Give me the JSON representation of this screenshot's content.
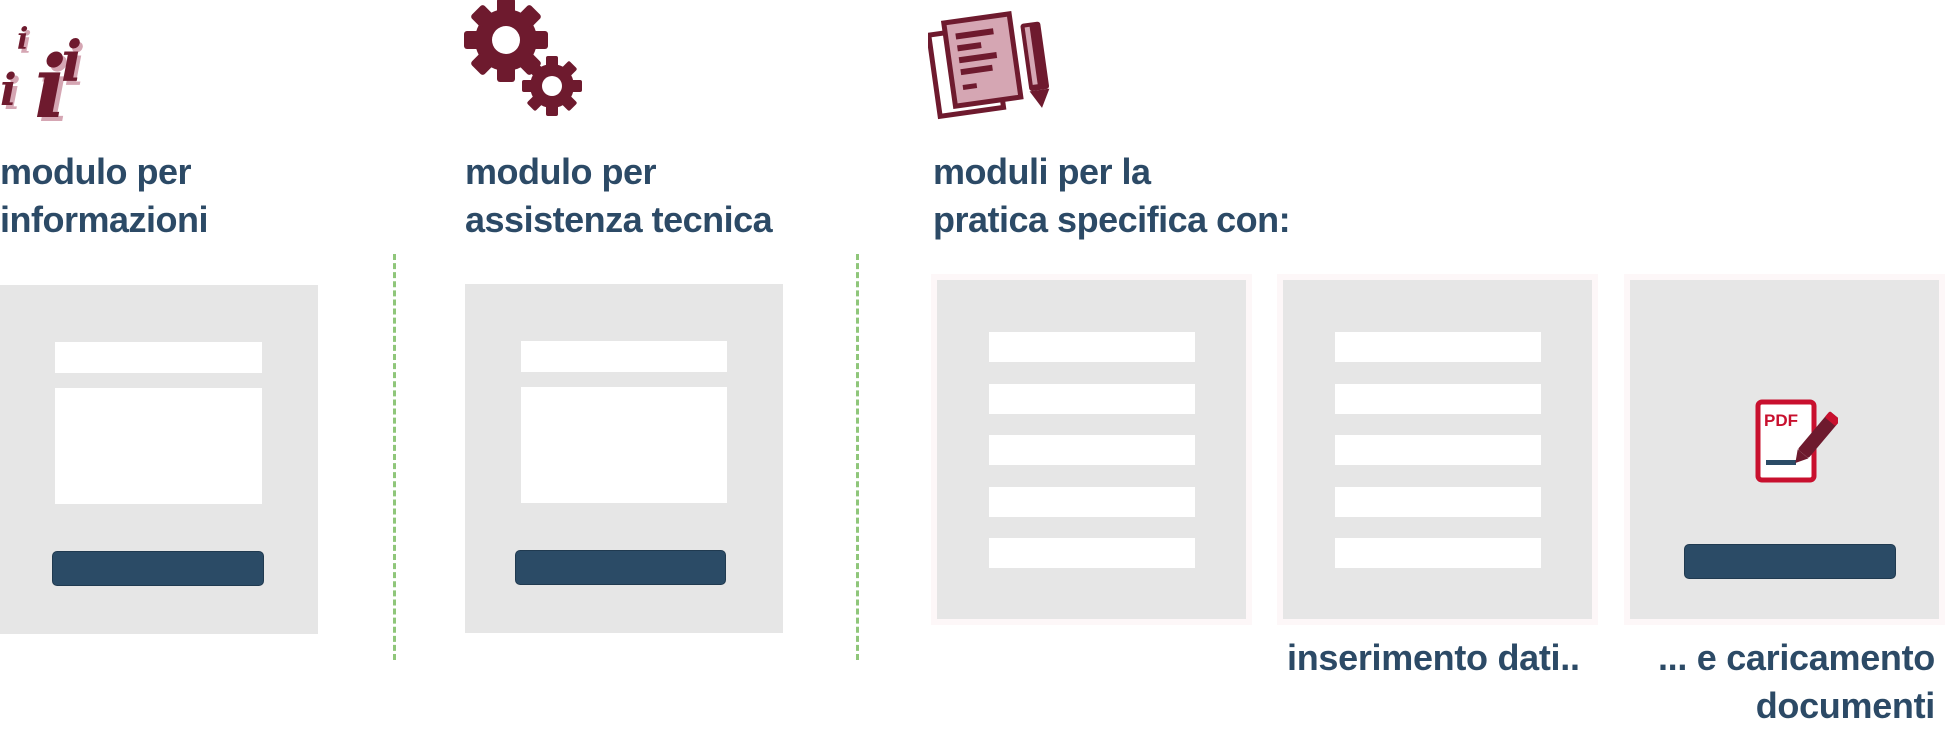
{
  "columns": [
    {
      "id": "info",
      "heading_line1": "modulo per",
      "heading_line2": "informazioni",
      "icon": "info-icon"
    },
    {
      "id": "tech",
      "heading_line1": "modulo per",
      "heading_line2": "assistenza tecnica",
      "icon": "gears-icon"
    },
    {
      "id": "practice",
      "heading_line1": "moduli per la",
      "heading_line2": "pratica specifica con:",
      "icon": "documents-pencil-icon"
    }
  ],
  "captions": {
    "data_entry": "inserimento dati..",
    "upload_line1": "... e caricamento",
    "upload_line2": "documenti"
  },
  "pdf_icon": {
    "label": "PDF",
    "icon": "pdf-edit-icon"
  },
  "colors": {
    "heading": "#2c4a66",
    "button": "#2b4b66",
    "panel": "#e6e6e6",
    "icon_dark": "#6e1a2e",
    "icon_light": "#d5a6b3",
    "divider": "#8fc67a",
    "pdf": "#c8102e"
  }
}
